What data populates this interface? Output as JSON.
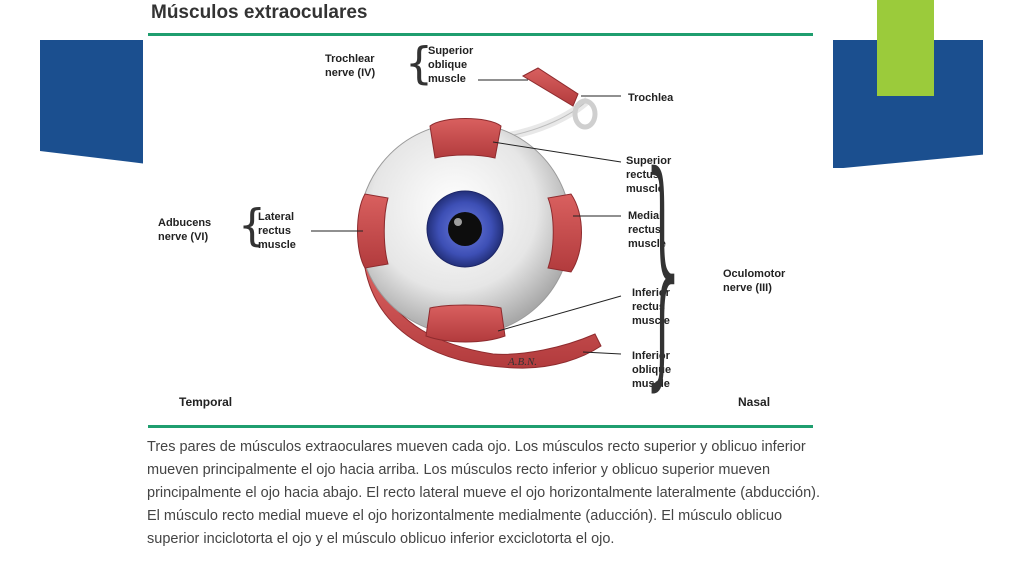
{
  "page": {
    "title": "Músculos extraoculares",
    "description": "Tres pares de músculos extraoculares mueven cada ojo. Los músculos recto superior y oblicuo inferior mueven principalmente el ojo hacia arriba. Los músculos recto inferior y oblicuo superior mueven principalmente el ojo hacia abajo. El recto lateral mueve el ojo horizontalmente lateralmente (abducción). El músculo recto medial mueve el ojo horizontalmente medialmente (aducción). El músculo oblicuo superior inciclotorta el ojo y el músculo oblicuo inferior exciclotorta el ojo."
  },
  "diagram": {
    "labels": {
      "trochlear_nerve": "Trochlear\nnerve (IV)",
      "superior_oblique": "Superior\noblique\nmuscle",
      "trochlea": "Trochlea",
      "superior_rectus": "Superior\nrectus\nmuscle",
      "medial_rectus": "Medial\nrectus\nmuscle",
      "abducens_nerve": "Adbucens\nnerve (VI)",
      "lateral_rectus": "Lateral\nrectus\nmuscle",
      "oculomotor_nerve": "Oculomotor\nnerve (III)",
      "inferior_rectus": "Inferior\nrectus\nmuscle",
      "inferior_oblique": "Inferior\noblique\nmuscle",
      "temporal": "Temporal",
      "nasal": "Nasal",
      "signature": "A.B.N."
    },
    "colors": {
      "muscle": "#c9484a",
      "sclera": "#d9d9d9",
      "iris": "#3d4fb5",
      "rule": "#1f9e6f"
    }
  },
  "decor": {
    "band_color": "#1b4f8f",
    "tab_color": "#9bcb3b"
  }
}
